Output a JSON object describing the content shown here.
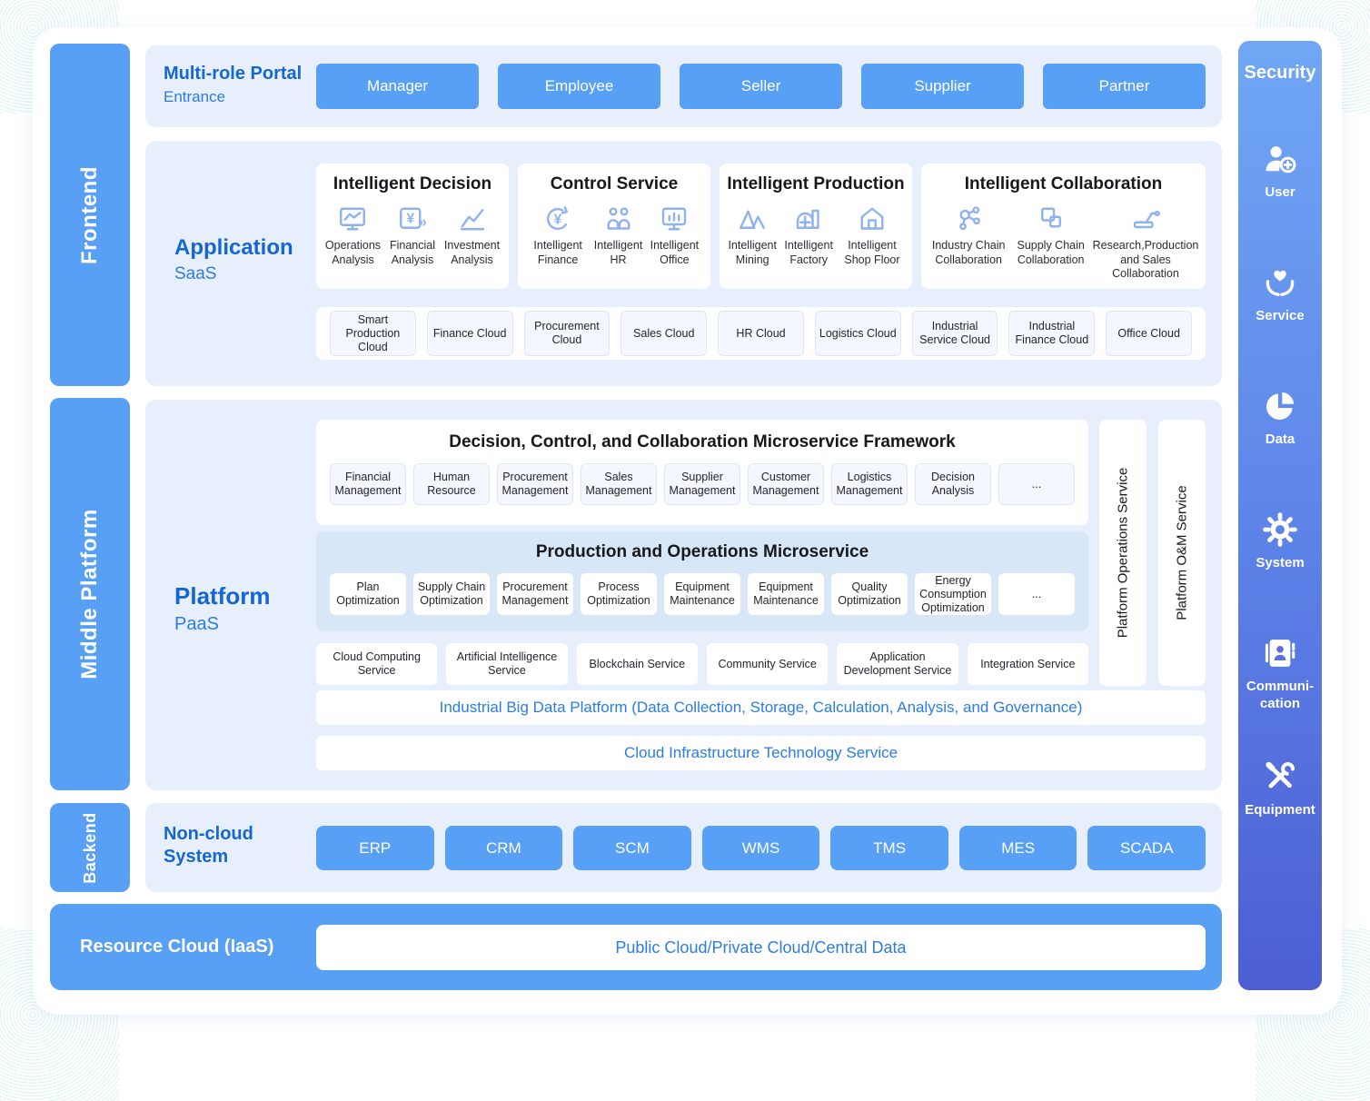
{
  "rails": {
    "frontend": "Frontend",
    "middle": "Middle Platform",
    "backend": "Backend"
  },
  "portal": {
    "title": "Multi-role Portal",
    "subtitle": "Entrance",
    "roles": [
      "Manager",
      "Employee",
      "Seller",
      "Supplier",
      "Partner"
    ]
  },
  "application": {
    "label": "Application",
    "sublabel": "SaaS",
    "cards": [
      {
        "title": "Intelligent Decision",
        "items": [
          {
            "icon": "operations-analysis",
            "label": "Operations Analysis"
          },
          {
            "icon": "financial-analysis",
            "label": "Financial Analysis"
          },
          {
            "icon": "investment-analysis",
            "label": "Investment Analysis"
          }
        ]
      },
      {
        "title": "Control Service",
        "items": [
          {
            "icon": "intelligent-finance",
            "label": "Intelligent Finance"
          },
          {
            "icon": "intelligent-hr",
            "label": "Intelligent HR"
          },
          {
            "icon": "intelligent-office",
            "label": "Intelligent Office"
          }
        ]
      },
      {
        "title": "Intelligent Production",
        "items": [
          {
            "icon": "intelligent-mining",
            "label": "Intelligent Mining"
          },
          {
            "icon": "intelligent-factory",
            "label": "Intelligent Factory"
          },
          {
            "icon": "intelligent-shop-floor",
            "label": "Intelligent Shop Floor"
          }
        ]
      },
      {
        "title": "Intelligent Collaboration",
        "items": [
          {
            "icon": "industry-chain-collaboration",
            "label": "Industry Chain Collaboration"
          },
          {
            "icon": "supply-chain-collaboration",
            "label": "Supply Chain Collaboration"
          },
          {
            "icon": "research-production-sales-collaboration",
            "label": "Research,Production and Sales Collaboration"
          }
        ]
      }
    ],
    "clouds": [
      "Smart Production Cloud",
      "Finance Cloud",
      "Procurement Cloud",
      "Sales Cloud",
      "HR Cloud",
      "Logistics Cloud",
      "Industrial Service Cloud",
      "Industrial Finance Cloud",
      "Office Cloud"
    ]
  },
  "platform": {
    "label": "Platform",
    "sublabel": "PaaS",
    "framework": {
      "title": "Decision, Control, and Collaboration Microservice Framework",
      "items": [
        "Financial Management",
        "Human Resource",
        "Procurement Management",
        "Sales Management",
        "Supplier Management",
        "Customer Management",
        "Logistics Management",
        "Decision Analysis",
        "..."
      ]
    },
    "production": {
      "title": "Production and Operations Microservice",
      "items": [
        "Plan Optimization",
        "Supply Chain Optimization",
        "Procurement Management",
        "Process Optimization",
        "Equipment Maintenance",
        "Equipment Maintenance",
        "Quality Optimization",
        "Energy Consumption Optimization",
        "..."
      ]
    },
    "services": [
      "Cloud Computing Service",
      "Artificial Intelligence Service",
      "Blockchain Service",
      "Community Service",
      "Application Development Service",
      "Integration Service"
    ],
    "bigdata_bar": "Industrial Big Data Platform (Data Collection, Storage, Calculation, Analysis, and Governance)",
    "infra_bar": "Cloud Infrastructure Technology Service",
    "vertical_bars": [
      "Platform Operations Service",
      "Platform O&M Service"
    ]
  },
  "noncloud": {
    "label": "Non-cloud System",
    "systems": [
      "ERP",
      "CRM",
      "SCM",
      "WMS",
      "TMS",
      "MES",
      "SCADA"
    ]
  },
  "resource": {
    "label": "Resource Cloud (IaaS)",
    "bar": "Public Cloud/Private Cloud/Central Data"
  },
  "security": {
    "title": "Security",
    "items": [
      {
        "icon": "user",
        "label": "User"
      },
      {
        "icon": "service",
        "label": "Service"
      },
      {
        "icon": "data",
        "label": "Data"
      },
      {
        "icon": "system",
        "label": "System"
      },
      {
        "icon": "communication",
        "label": "Communi-cation"
      },
      {
        "icon": "equipment",
        "label": "Equipment"
      }
    ]
  },
  "colors": {
    "accent_blue": "#57a0f6",
    "heading_blue": "#1566d4",
    "link_blue": "#2a7de1",
    "panel_light": "#e6effb",
    "production_panel": "#d7e7f8",
    "sidebar_gradient_top": "#70a7f4",
    "sidebar_gradient_bottom": "#4b5ed2"
  }
}
